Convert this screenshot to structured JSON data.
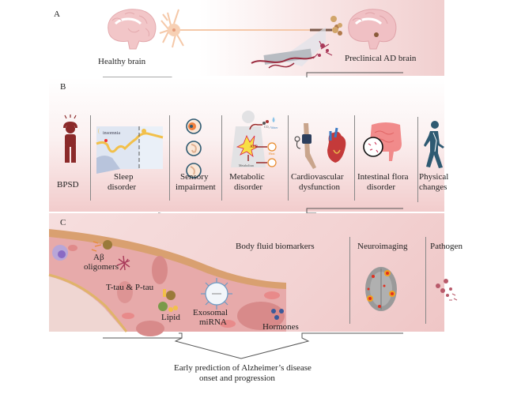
{
  "panel_a": {
    "letter": "A",
    "healthy_label": "Healthy brain",
    "ad_label": "Preclinical AD brain"
  },
  "panel_b": {
    "letter": "B",
    "factors": [
      {
        "label_line1": "BPSD",
        "label_line2": "",
        "icon": "distressed-person-icon"
      },
      {
        "label_line1": "Sleep",
        "label_line2": "disorder",
        "icon": "sleep-chart-icon",
        "inner_text": "insomnia"
      },
      {
        "label_line1": "Sensory",
        "label_line2": "impairment",
        "icon": "sense-organs-icon"
      },
      {
        "label_line1": "Metabolic",
        "label_line2": "disorder",
        "icon": "metabolism-body-icon",
        "inner_text": {
          "atp": "ATP",
          "co2": "CO₂",
          "water": "Water",
          "heat": "Heat",
          "metabolism": "Metabolism"
        }
      },
      {
        "label_line1": "Cardiovascular",
        "label_line2": "dysfunction",
        "icon": "arm-cuff-heart-icon"
      },
      {
        "label_line1": "Intestinal flora",
        "label_line2": "disorder",
        "icon": "intestine-bacteria-icon"
      },
      {
        "label_line1": "Physical",
        "label_line2": "changes",
        "icon": "walking-person-icon"
      }
    ]
  },
  "panel_c": {
    "letter": "C",
    "body_fluid_title": "Body fluid biomarkers",
    "neuroimaging_title": "Neuroimaging",
    "pathogen_title": "Pathogen",
    "biomarkers": {
      "abeta_line1": "Aβ",
      "abeta_line2": "oligomers",
      "tau": "T-tau & P-tau",
      "lipid": "Lipid",
      "exosomal_line1": "Exosomal",
      "exosomal_line2": "miRNA",
      "hormones": "Hormones"
    }
  },
  "conclusion": {
    "line1": "Early prediction of Alzheimer’s disease",
    "line2": "onset and progression"
  },
  "colors": {
    "bpsd_red": "#8b2a2a",
    "walker_blue": "#2e5a72",
    "vessel_wall": "#d9a070",
    "vessel_lumen": "#e8b0b0",
    "brain_pink": "#f0c4c6",
    "neuron": "#f5c8a8"
  }
}
